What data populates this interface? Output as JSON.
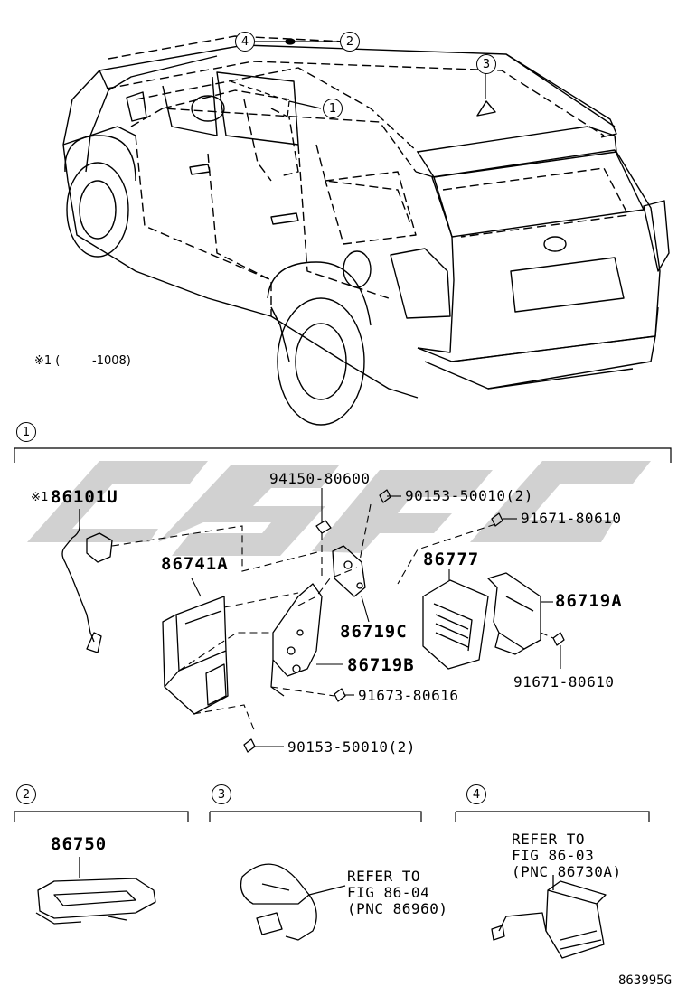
{
  "callouts": {
    "top": [
      "4",
      "2",
      "1",
      "3"
    ],
    "section": [
      "1",
      "2",
      "3",
      "4"
    ]
  },
  "note": {
    "mark": "※1 (",
    "range": "-1008)"
  },
  "section1": {
    "marked_part_prefix": "※1",
    "marked_part": "86101U",
    "parts": {
      "p94150": "94150-80600",
      "p90153a": "90153-50010(2)",
      "p91671a": "91671-80610",
      "p86741A": "86741A",
      "p86777": "86777",
      "p86719A": "86719A",
      "p86719C": "86719C",
      "p86719B": "86719B",
      "p91671b": "91671-80610",
      "p91673": "91673-80616",
      "p90153b": "90153-50010(2)"
    }
  },
  "section2": {
    "part": "86750"
  },
  "section3": {
    "refer": [
      "REFER TO",
      "FIG 86-04",
      "(PNC 86960)"
    ]
  },
  "section4": {
    "refer": [
      "REFER TO",
      "FIG 86-03",
      "(PNC 86730A)"
    ]
  },
  "figure_code": "863995G",
  "watermark": {
    "text": "GSPC",
    "color": "#bdbdbd"
  }
}
